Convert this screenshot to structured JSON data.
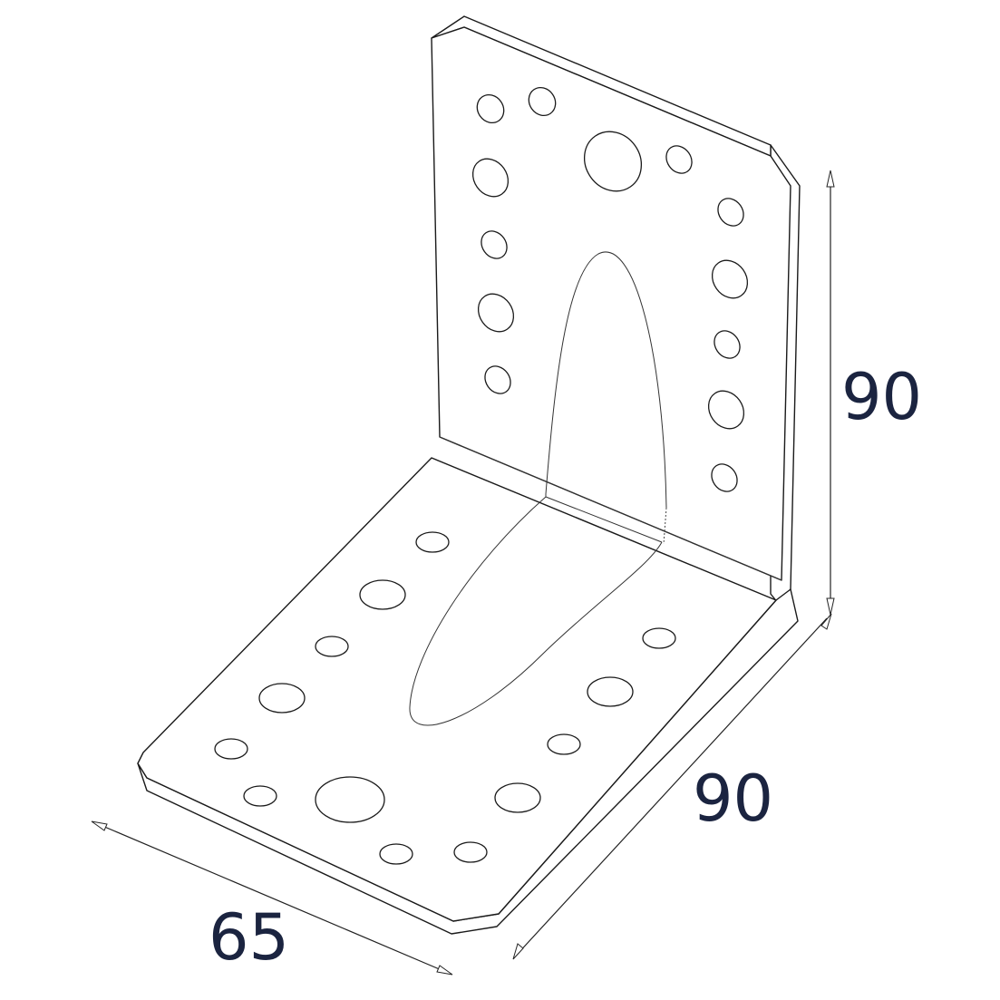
{
  "dimensions": {
    "height_label": "90",
    "depth_label": "90",
    "width_label": "65"
  },
  "colors": {
    "line": "#1a1a1a",
    "label": "#1b2440",
    "background": "#ffffff"
  }
}
